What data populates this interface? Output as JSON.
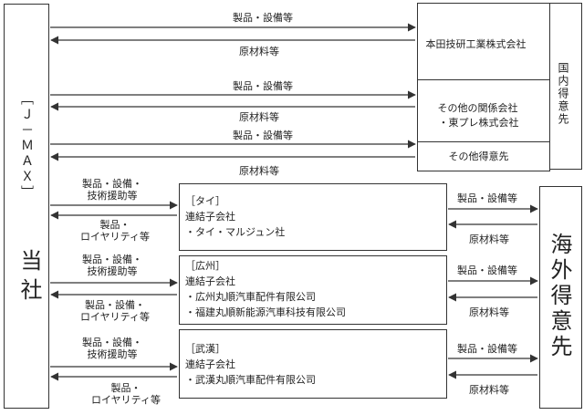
{
  "company": {
    "bracket": "［Ｊ－ＭＡＸ］",
    "name": "当社"
  },
  "domestic": {
    "label": "国内得意先",
    "honda": "本田技研工業株式会社",
    "related_line1": "その他の関係会社",
    "related_line2": "・東プレ株式会社",
    "other": "その他得意先"
  },
  "overseas": {
    "label": "海外得意先"
  },
  "flows": {
    "products_equipment": "製品・設備等",
    "raw_materials": "原材料等",
    "pe_tech_line1": "製品・設備・",
    "pe_tech_line2": "技術援助等",
    "pr_line1": "製品・",
    "pr_line2": "ロイヤリティ等"
  },
  "subsidiaries": [
    {
      "region": "［タイ］",
      "kind": "連結子会社",
      "companies": [
        "・タイ・マルジュン社"
      ]
    },
    {
      "region": "［広州］",
      "kind": "連結子会社",
      "companies": [
        "・広州丸順汽車配件有限公司",
        "・福建丸順新能源汽車科技有限公司"
      ]
    },
    {
      "region": "［武漢］",
      "kind": "連結子会社",
      "companies": [
        "・武漢丸順汽車配件有限公司"
      ]
    }
  ]
}
